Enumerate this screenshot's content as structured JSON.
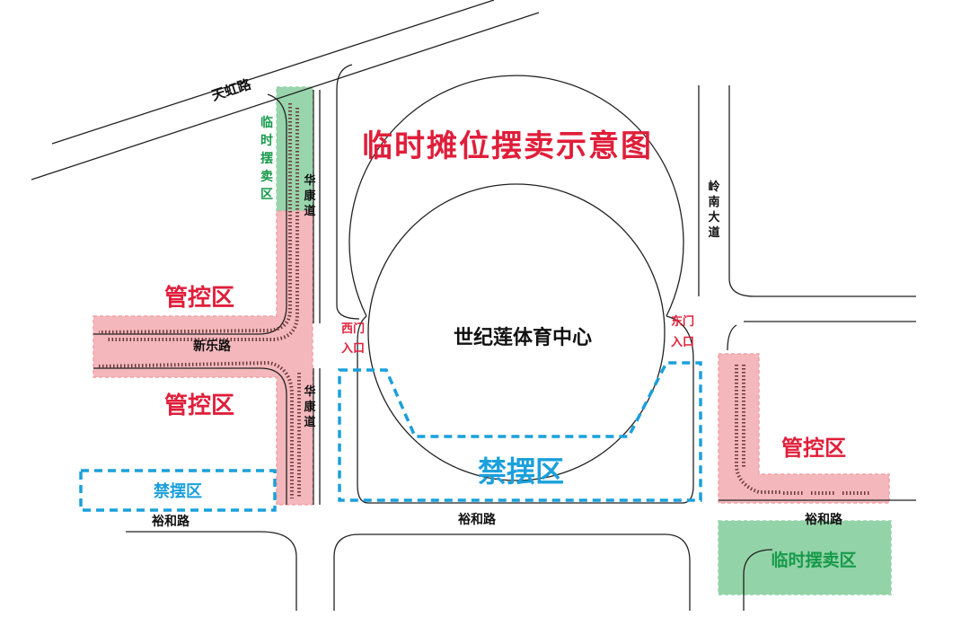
{
  "title": "临时摊位摆卖示意图",
  "venue": "世纪莲体育中心",
  "roads": {
    "tianhong": "天虹路",
    "huakang_top": "华康道",
    "huakang_bottom": "华康道",
    "xinle": "新乐路",
    "lingnan": "岭南大道",
    "yuhe_left": "裕和路",
    "yuhe_center": "裕和路",
    "yuhe_right": "裕和路"
  },
  "gates": {
    "west": [
      "西门",
      "入口"
    ],
    "east": [
      "东门",
      "入口"
    ]
  },
  "zones": {
    "control_1": "管控区",
    "control_2": "管控区",
    "control_3": "管控区",
    "noselling_left": "禁摆区",
    "noselling_center": "禁摆区",
    "temp_vertical": [
      "临",
      "时",
      "摆",
      "卖",
      "区"
    ],
    "temp_bottom": "临时摆卖区"
  },
  "colors": {
    "control": "#f4b8bc",
    "temporary": "#93d3a8",
    "noselling_border": "#1aa0dc",
    "title_red": "#e01e3a",
    "green_text": "#169a4a",
    "stall": "#6b3a3a",
    "road_line": "#222222"
  }
}
